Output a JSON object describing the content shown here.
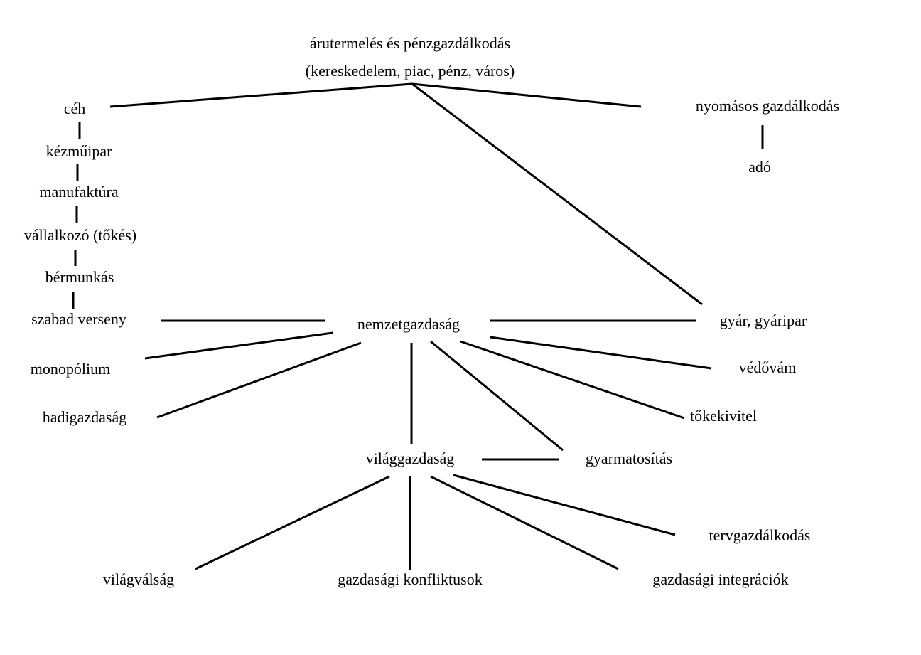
{
  "diagram": {
    "nodes": {
      "arutermeles_1": "árutermelés és pénzgazdálkodás",
      "arutermeles_2": "(kereskedelem, piac, pénz, város)",
      "ceh": "céh",
      "kezmuipar": "kézműipar",
      "manufaktura": "manufaktúra",
      "vallalkozo": "vállalkozó (tőkés)",
      "bermunkas": "bérmunkás",
      "szabad_verseny": "szabad verseny",
      "nyomasos": "nyomásos gazdálkodás",
      "ado": "adó",
      "nemzetgazdasag": "nemzetgazdaság",
      "gyar": "gyár, gyáripar",
      "monopolium": "monopólium",
      "vedovam": "védővám",
      "hadigazdasag": "hadigazdaság",
      "tokekivitel": "tőkekivitel",
      "vilaggazdasag": "világgazdaság",
      "gyarmatositas": "gyarmatosítás",
      "tervgazdalkodas": "tervgazdálkodás",
      "vilagvalsag": "világválság",
      "konfliktusok": "gazdasági konfliktusok",
      "integraciok": "gazdasági integrációk"
    },
    "edges": [
      {
        "from": "arutermeles",
        "to": "ceh"
      },
      {
        "from": "arutermeles",
        "to": "nyomasos"
      },
      {
        "from": "arutermeles",
        "to": "gyar"
      },
      {
        "from": "ceh",
        "to": "kezmuipar"
      },
      {
        "from": "kezmuipar",
        "to": "manufaktura"
      },
      {
        "from": "manufaktura",
        "to": "vallalkozo"
      },
      {
        "from": "vallalkozo",
        "to": "bermunkas"
      },
      {
        "from": "bermunkas",
        "to": "szabad_verseny"
      },
      {
        "from": "nyomasos",
        "to": "ado"
      },
      {
        "from": "szabad_verseny",
        "to": "nemzetgazdasag"
      },
      {
        "from": "nemzetgazdasag",
        "to": "gyar"
      },
      {
        "from": "nemzetgazdasag",
        "to": "monopolium"
      },
      {
        "from": "nemzetgazdasag",
        "to": "hadigazdasag"
      },
      {
        "from": "nemzetgazdasag",
        "to": "vedovam"
      },
      {
        "from": "nemzetgazdasag",
        "to": "tokekivitel"
      },
      {
        "from": "nemzetgazdasag",
        "to": "vilaggazdasag"
      },
      {
        "from": "nemzetgazdasag",
        "to": "gyarmatositas"
      },
      {
        "from": "vilaggazdasag",
        "to": "gyarmatositas"
      },
      {
        "from": "vilaggazdasag",
        "to": "vilagvalsag"
      },
      {
        "from": "vilaggazdasag",
        "to": "konfliktusok"
      },
      {
        "from": "vilaggazdasag",
        "to": "integraciok"
      },
      {
        "from": "vilaggazdasag",
        "to": "tervgazdalkodas"
      }
    ]
  }
}
